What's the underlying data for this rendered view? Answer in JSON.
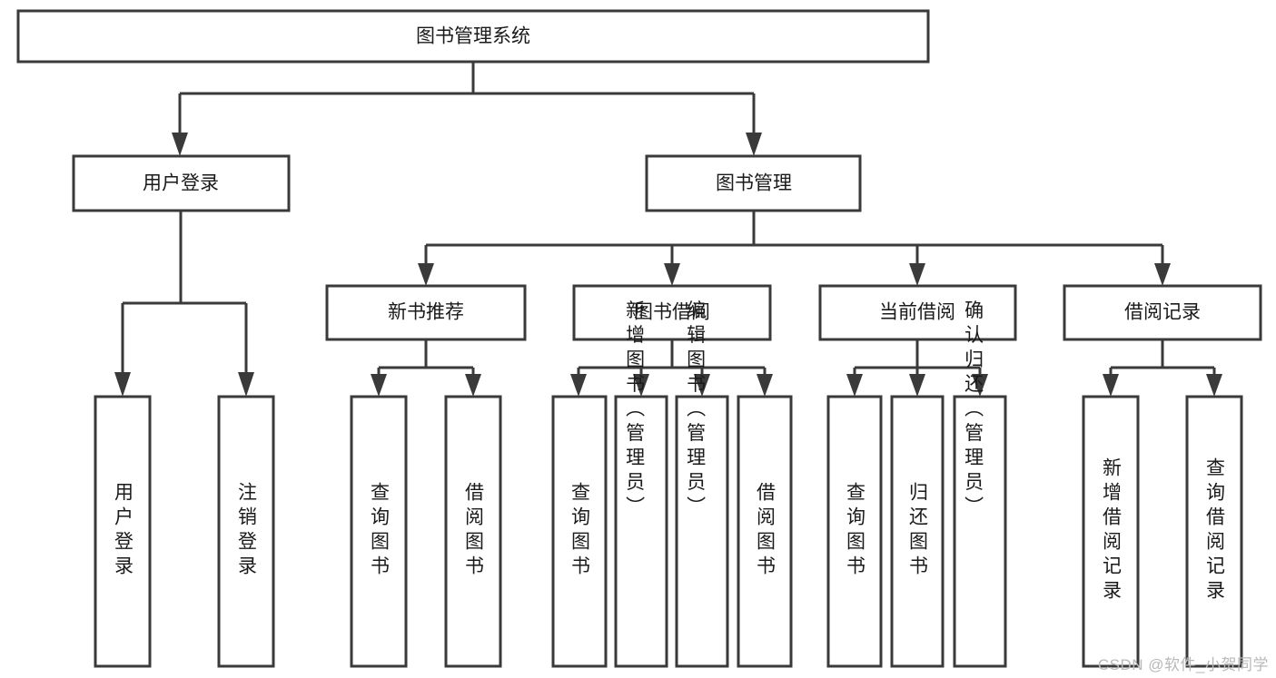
{
  "diagram": {
    "type": "tree-hierarchy-chart",
    "title": "图书管理系统",
    "background_color": "#ffffff",
    "line_color": "#3a3a3a",
    "text_color": "#1a1a1a"
  },
  "watermark": {
    "text": "CSDN @软件_小贺同学",
    "color": "#b9b9b9"
  },
  "nodes": {
    "root": {
      "label": "图书管理系统",
      "level": 1,
      "orientation": "horizontal"
    },
    "level2": [
      {
        "id": "user-login",
        "label": "用户登录",
        "orientation": "horizontal"
      },
      {
        "id": "book-management",
        "label": "图书管理",
        "orientation": "horizontal"
      }
    ],
    "level3": [
      {
        "id": "new-book-recommend",
        "label": "新书推荐",
        "orientation": "horizontal",
        "parent": "book-management"
      },
      {
        "id": "book-borrow",
        "label": "图书借阅",
        "orientation": "horizontal",
        "parent": "book-management"
      },
      {
        "id": "current-borrow",
        "label": "当前借阅",
        "orientation": "horizontal",
        "parent": "book-management"
      },
      {
        "id": "borrow-record",
        "label": "借阅记录",
        "orientation": "horizontal",
        "parent": "book-management"
      }
    ],
    "leaves": [
      {
        "id": "leaf-user-login",
        "label": "用户登录",
        "orientation": "vertical",
        "parent": "user-login"
      },
      {
        "id": "leaf-logout-login",
        "label": "注销登录",
        "orientation": "vertical",
        "parent": "user-login"
      },
      {
        "id": "leaf-query-book-1",
        "label": "查询图书",
        "orientation": "vertical",
        "parent": "new-book-recommend"
      },
      {
        "id": "leaf-borrow-book-1",
        "label": "借阅图书",
        "orientation": "vertical",
        "parent": "new-book-recommend"
      },
      {
        "id": "leaf-query-book-2",
        "label": "查询图书",
        "orientation": "vertical",
        "parent": "book-borrow"
      },
      {
        "id": "leaf-add-book",
        "label": "新增图书（管理员）",
        "orientation": "vertical",
        "parent": "book-borrow"
      },
      {
        "id": "leaf-edit-book",
        "label": "编辑图书（管理员）",
        "orientation": "vertical",
        "parent": "book-borrow"
      },
      {
        "id": "leaf-borrow-book-2",
        "label": "借阅图书",
        "orientation": "vertical",
        "parent": "book-borrow"
      },
      {
        "id": "leaf-query-book-3",
        "label": "查询图书",
        "orientation": "vertical",
        "parent": "current-borrow"
      },
      {
        "id": "leaf-return-book",
        "label": "归还图书",
        "orientation": "vertical",
        "parent": "current-borrow"
      },
      {
        "id": "leaf-confirm-return",
        "label": "确认归还（管理员）",
        "orientation": "vertical",
        "parent": "current-borrow"
      },
      {
        "id": "leaf-add-record",
        "label": "新增借阅记录",
        "orientation": "vertical",
        "parent": "borrow-record"
      },
      {
        "id": "leaf-query-record",
        "label": "查询借阅记录",
        "orientation": "vertical",
        "parent": "borrow-record"
      }
    ]
  },
  "labels": {
    "root": "图书管理系统",
    "l2_user_login": "用户登录",
    "l2_book_management": "图书管理",
    "l3_new_book": "新书推荐",
    "l3_book_borrow": "图书借阅",
    "l3_current_borrow": "当前借阅",
    "l3_borrow_record": "借阅记录",
    "lf_user_login": "用户登录",
    "lf_logout": "注销登录",
    "lf_query_book_1": "查询图书",
    "lf_borrow_book_1": "借阅图书",
    "lf_query_book_2": "查询图书",
    "lf_add_book": "新增图书（管理员）",
    "lf_edit_book": "编辑图书（管理员）",
    "lf_borrow_book_2": "借阅图书",
    "lf_query_book_3": "查询图书",
    "lf_return_book": "归还图书",
    "lf_confirm_return": "确认归还（管理员）",
    "lf_add_record": "新增借阅记录",
    "lf_query_record": "查询借阅记录"
  }
}
